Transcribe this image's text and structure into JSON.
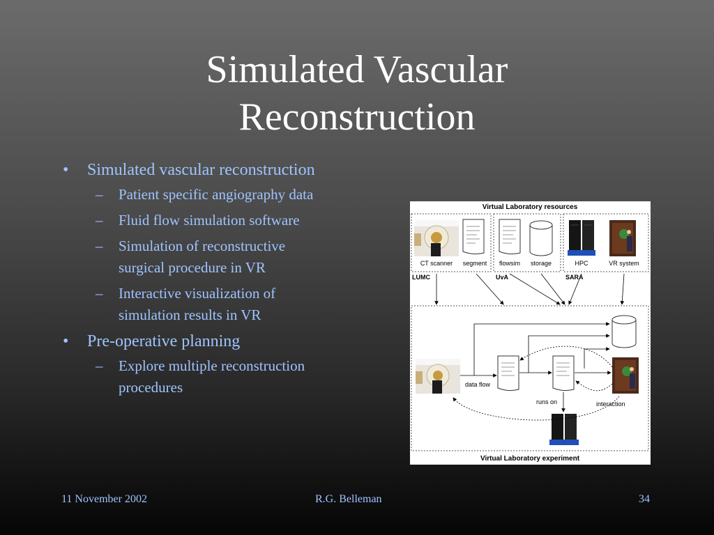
{
  "slide": {
    "title_line1": "Simulated Vascular",
    "title_line2": "Reconstruction",
    "bullets": [
      {
        "text": "Simulated vascular reconstruction",
        "subs": [
          "Patient specific angiography data",
          "Fluid flow simulation software",
          "Simulation of reconstructive surgical procedure in VR",
          "Interactive visualization of simulation results in VR"
        ]
      },
      {
        "text": "Pre-operative planning",
        "subs": [
          "Explore multiple reconstruction procedures"
        ]
      }
    ],
    "bullet_glyph": "•",
    "dash_glyph": "–"
  },
  "figure": {
    "top_title": "Virtual Laboratory resources",
    "bottom_title": "Virtual Laboratory experiment",
    "resources": [
      "CT scanner",
      "segment",
      "flowsim",
      "storage",
      "HPC",
      "VR system"
    ],
    "sites": [
      "LUMC",
      "UvA",
      "SARA"
    ],
    "labels": {
      "data_flow": "data flow",
      "runs_on": "runs on",
      "interaction": "interaction"
    }
  },
  "footer": {
    "date": "11 November 2002",
    "author": "R.G. Belleman",
    "page": "34"
  },
  "colors": {
    "title": "#ffffff",
    "text": "#9fc4ff"
  }
}
